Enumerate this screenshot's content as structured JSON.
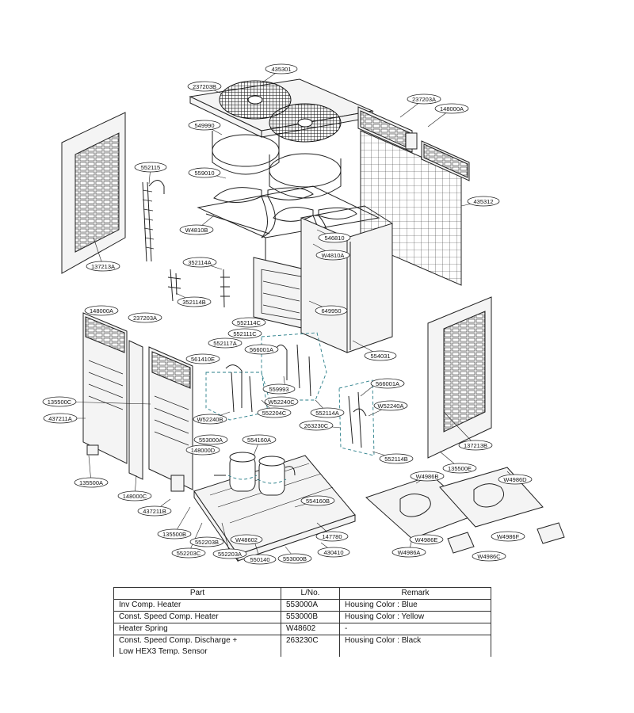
{
  "callouts": {
    "c435301": "435301",
    "c237203B": "237203B",
    "c237203A_top": "237203A",
    "c148000A_top": "148000A",
    "c549990": "549990",
    "c559010": "559010",
    "c552115": "552115",
    "c435312": "435312",
    "cW4810B": "W4810B",
    "c546810": "546810",
    "cW4810A": "W4810A",
    "c137213A": "137213A",
    "c352114A": "352114A",
    "c352114B": "352114B",
    "c649950": "649950",
    "c148000A_left": "148000A",
    "c237203A_left": "237203A",
    "c552114C": "552114C",
    "c552111C": "552111C",
    "c552117A": "552117A",
    "c566001A_a": "566001A",
    "c561410E": "561410E",
    "c554031": "554031",
    "c559993": "559993",
    "c566001A_b": "566001A",
    "cW52240C": "W52240C",
    "cW52240A": "W52240A",
    "c135500C": "135500C",
    "c437211A": "437211A",
    "cW52240B": "W52240B",
    "c552204C": "552204C",
    "c552114A": "552114A",
    "c263230C": "263230C",
    "c554160A": "554160A",
    "c553000A": "553000A",
    "c148000D": "148000D",
    "c552114B": "552114B",
    "c137213B": "137213B",
    "c135500E": "135500E",
    "cW4986B": "W4986B",
    "cW4986D": "W4986D",
    "c135500A": "135500A",
    "c148000C": "148000C",
    "c437211B": "437211B",
    "c554160B": "554160B",
    "c135500B": "135500B",
    "c552203B": "552203B",
    "cW48602": "W48602",
    "c147780": "147780",
    "c552203C": "552203C",
    "c552203A": "552203A",
    "c550140": "550140",
    "c553000B": "553000B",
    "c430410": "430410",
    "cW4986E": "W4986E",
    "cW4986A": "W4986A",
    "cW4986F": "W4986F",
    "cW4986C": "W4986C"
  },
  "table": {
    "headers": [
      "Part",
      "L/No.",
      "Remark"
    ],
    "rows": [
      [
        "Inv Comp. Heater",
        "553000A",
        "Housing Color  : Blue"
      ],
      [
        "Const. Speed Comp. Heater",
        "553000B",
        "Housing Color  : Yellow"
      ],
      [
        "Heater Spring",
        "W48602",
        "-"
      ],
      [
        "Const. Speed Comp. Discharge +\nLow HEX3 Temp. Sensor",
        "263230C",
        "Housing Color  : Black"
      ]
    ]
  },
  "colors": {
    "line": "#222222",
    "dashed_group": "#2a7f8a",
    "background": "#ffffff"
  }
}
